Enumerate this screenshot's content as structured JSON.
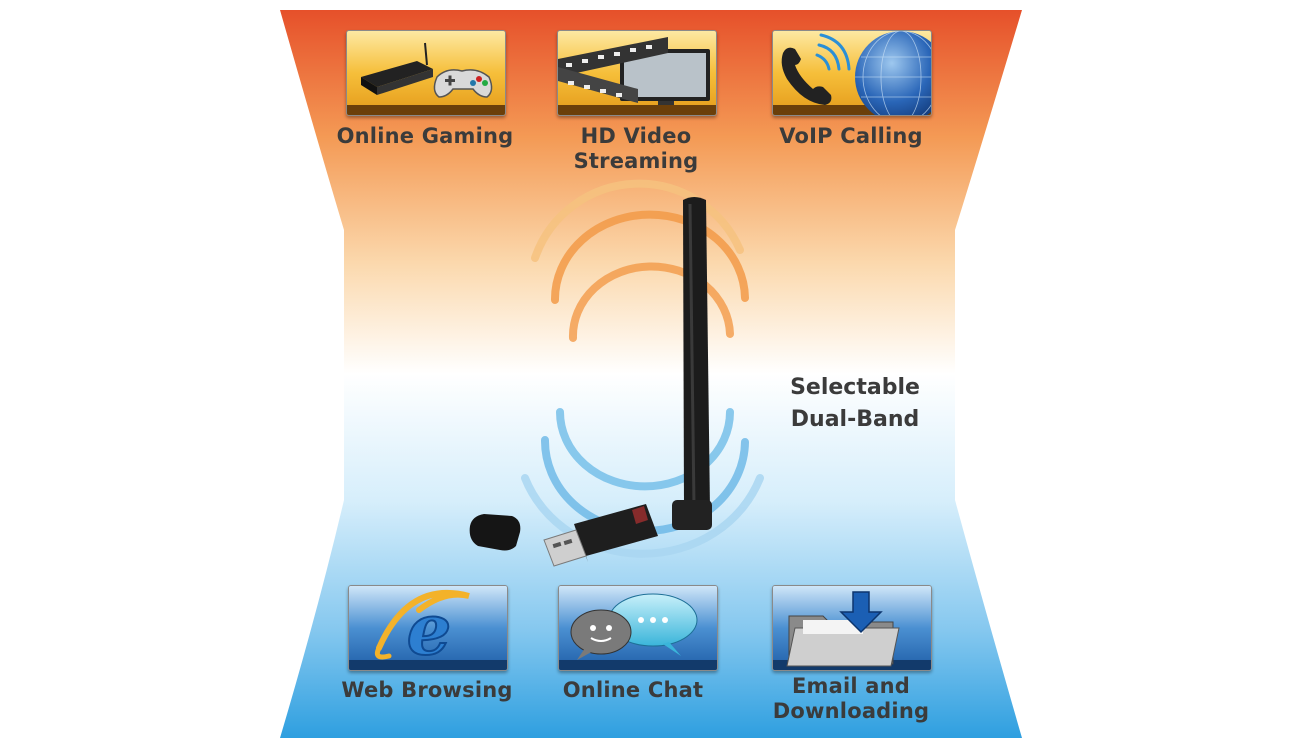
{
  "features_top": [
    {
      "lines": [
        "Online Gaming"
      ],
      "icon": "game-console-icon"
    },
    {
      "lines": [
        "HD Video",
        "Streaming"
      ],
      "icon": "film-tv-icon"
    },
    {
      "lines": [
        "VoIP Calling"
      ],
      "icon": "phone-globe-icon"
    }
  ],
  "features_bottom": [
    {
      "lines": [
        "Web Browsing"
      ],
      "icon": "web-browser-icon"
    },
    {
      "lines": [
        "Online Chat"
      ],
      "icon": "chat-bubbles-icon"
    },
    {
      "lines": [
        "Email and",
        "Downloading"
      ],
      "icon": "folder-download-icon"
    }
  ],
  "center": {
    "band_lines": [
      "Selectable",
      "Dual-Band"
    ],
    "product_icon": "usb-wifi-adapter-icon"
  },
  "colors": {
    "top_gradient": "#e8532a",
    "top_mid": "#f6a85a",
    "bottom_gradient": "#2b9fe0",
    "bottom_mid": "#9fd3f2",
    "text": "#3b3b3b",
    "tile_top": "#f3b43a",
    "tile_bottom": "#2a6fb5"
  }
}
